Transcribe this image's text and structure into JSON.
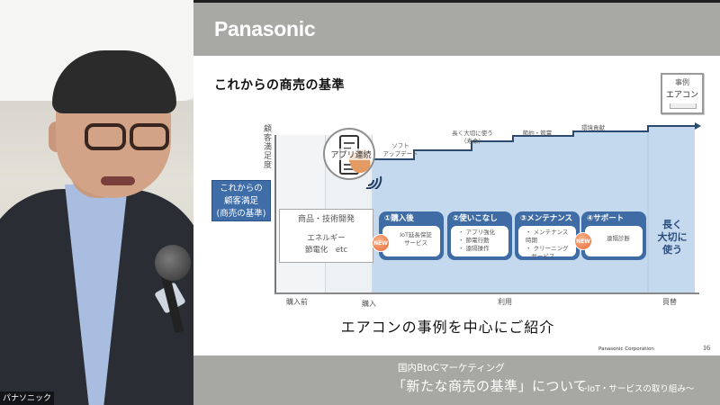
{
  "camera": {
    "speaker_label": "パナソニック"
  },
  "slide": {
    "brand": "Panasonic",
    "title": "これからの商売の基準",
    "case_badge": {
      "line1": "事例",
      "line2": "エアコン"
    },
    "diagram": {
      "y_axis_label": "顧客満足度",
      "goal_box": [
        "これからの",
        "顧客満足",
        "(商売の基準)"
      ],
      "rd_box": {
        "title": "商品・技術開発",
        "line1": "エネルギー",
        "line2": "節電化　etc"
      },
      "app_label": "アプリ連続",
      "step_labels": [
        {
          "line1": "ソフト",
          "line2": "アップデート"
        },
        {
          "line1": "長く大切に使う",
          "line2": "（寿命）"
        },
        {
          "line1": "節約・節電",
          "line2": ""
        },
        {
          "line1": "環境貢献",
          "line2": ""
        }
      ],
      "stages": [
        {
          "header": "①購入後",
          "items": [
            "IoT延長保証",
            "サービス"
          ],
          "new": true,
          "centered": true
        },
        {
          "header": "②使いこなし",
          "items": [
            "・ アプリ強化",
            "・ 節電行動",
            "・ 遠隔操作"
          ],
          "new": false,
          "centered": false
        },
        {
          "header": "③メンテナンス",
          "items": [
            "・ メンテナンス時期",
            "・ クリーニング",
            "　サービス"
          ],
          "new": false,
          "centered": false
        },
        {
          "header": "④サポート",
          "items": [
            "遠隔診断"
          ],
          "new": true,
          "centered": true
        }
      ],
      "new_badge": "NEW",
      "final": [
        "長く",
        "大切に",
        "使う"
      ],
      "x_labels": [
        "購入前",
        "購入",
        "利用",
        "買替"
      ],
      "colors": {
        "accent": "#3f6ca5",
        "area": "#c5d9ee",
        "step_line": "#2c4a6e",
        "new": "#ea6a3a"
      }
    },
    "subtitle": "エアコンの事例を中心にご紹介",
    "footer_corp": "Panasonic Corporation",
    "page_number": "16"
  },
  "caption": {
    "line1": "国内BtoCマーケティング",
    "line2": "「新たな商売の基準」について",
    "line3": "～IoT・サービスの取り組み～"
  }
}
